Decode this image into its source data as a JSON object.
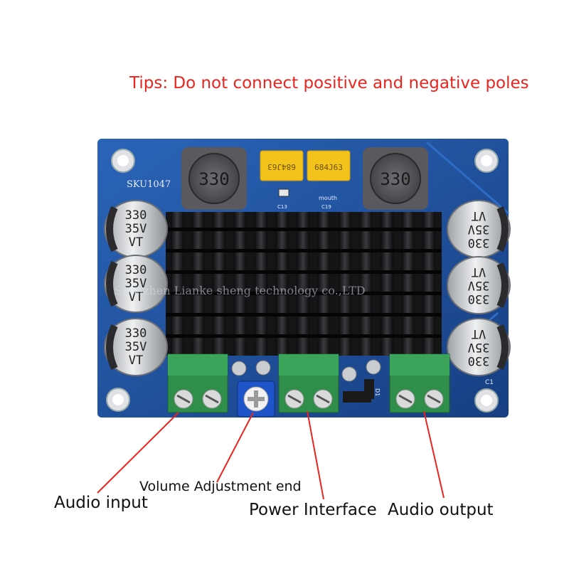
{
  "tips": "Tips: Do not connect positive and negative poles",
  "board": {
    "sku": "SKU1047",
    "inductor_marking": "330",
    "left_tantalum_marking": "684J63",
    "right_tantalum_marking": "684J63",
    "c13": "C13",
    "c19": "C19",
    "mouth": "mouth",
    "capacitor_lines": [
      "330",
      "35V",
      "VT"
    ],
    "watermark": "Shenzhen Lianke sheng technology co.,LTD",
    "d1": "D1",
    "c_label": "C1"
  },
  "labels": {
    "audio_input": "Audio input",
    "volume": "Volume Adjustment end",
    "power": "Power Interface",
    "audio_output": "Audio output"
  },
  "colors": {
    "tips": "#e8261f",
    "pcb": "#1d4f9a",
    "heatsink": "#1a1a1c",
    "terminal": "#2f8f4a",
    "pointer": "#e8261f"
  }
}
